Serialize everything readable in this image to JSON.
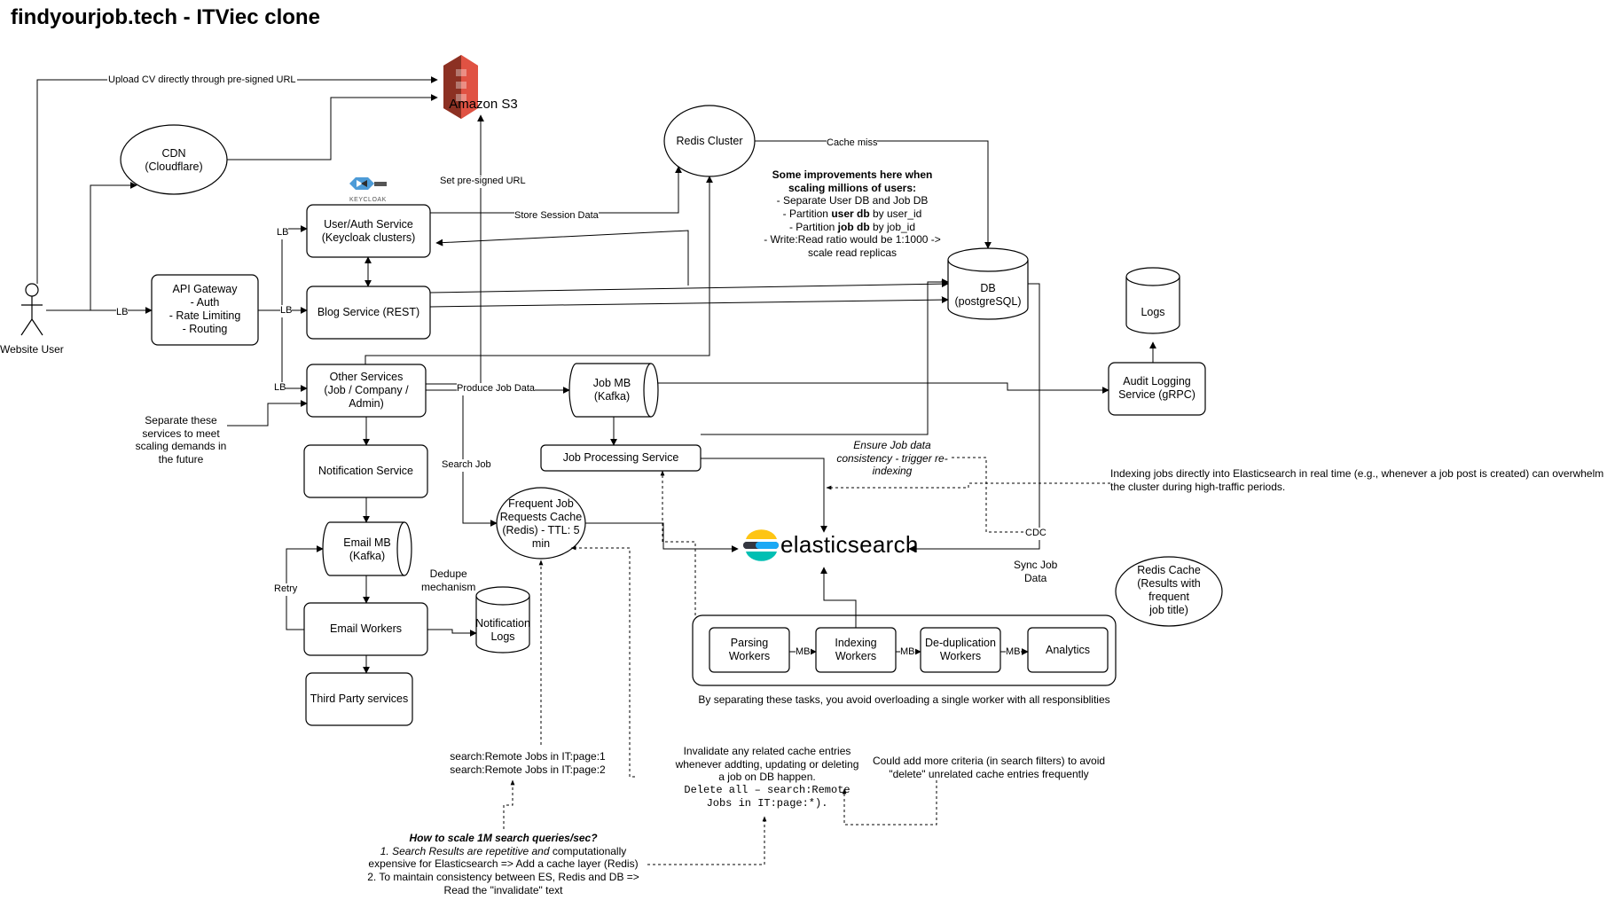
{
  "title": "findyourjob.tech - ITViec clone",
  "actor": {
    "label": "Website User"
  },
  "nodes": {
    "s3": "Amazon S3",
    "cdn": [
      "CDN",
      "(Cloudflare)"
    ],
    "keycloak_logo": "KEYCLOAK",
    "user_auth": [
      "User/Auth Service",
      "(Keycloak clusters)"
    ],
    "api_gateway": [
      "API Gateway",
      "- Auth",
      "- Rate Limiting",
      "- Routing"
    ],
    "blog": "Blog Service (REST)",
    "other": [
      "Other Services",
      "(Job / Company /",
      "Admin)"
    ],
    "notification": "Notification Service",
    "email_mb": [
      "Email MB",
      "(Kafka)"
    ],
    "email_workers": "Email Workers",
    "notification_logs": [
      "Notification",
      "Logs"
    ],
    "third_party": "Third Party services",
    "redis_cluster": "Redis Cluster",
    "db": [
      "DB",
      "(postgreSQL)"
    ],
    "logs": "Logs",
    "audit": [
      "Audit Logging",
      "Service (gRPC)"
    ],
    "job_mb": [
      "Job MB",
      "(Kafka)"
    ],
    "job_processing": "Job Processing Service",
    "job_cache": [
      "Frequent Job",
      "Requests Cache",
      "(Redis) - TTL: 5",
      "min"
    ],
    "elasticsearch": "elasticsearch",
    "redis_cache": [
      "Redis Cache",
      "(Results with frequent",
      "job title)"
    ],
    "parsing": [
      "Parsing",
      "Workers"
    ],
    "indexing": [
      "Indexing",
      "Workers"
    ],
    "dedup": [
      "De-duplication",
      "Workers"
    ],
    "analytics": "Analytics"
  },
  "edge_labels": {
    "upload_cv": "Upload CV directly through pre-signed URL",
    "set_presigned": "Set pre-signed URL",
    "store_session": "Store Session Data",
    "cache_miss": "Cache miss",
    "lb1": "LB",
    "lb2": "LB",
    "lb3": "LB",
    "lb4": "LB",
    "produce_job": "Produce Job Data",
    "search_job": "Search Job",
    "retry": "Retry",
    "dedupe": [
      "Dedupe",
      "mechanism"
    ],
    "cdc": "CDC",
    "sync_job": [
      "Sync Job",
      "Data"
    ],
    "mb1": "MB",
    "mb2": "MB",
    "mb3": "MB"
  },
  "notes": {
    "improvements_heading": [
      "Some improvements here when",
      "scaling millions of users:"
    ],
    "improvements_1": "- Separate User DB and Job DB",
    "improvements_2_a": "- Partition ",
    "improvements_2_b": "user db",
    "improvements_2_c": " by user_id",
    "improvements_3_a": "- Partition ",
    "improvements_3_b": "job db",
    "improvements_3_c": " by job_id",
    "improvements_4": [
      "- Write:Read ratio would be 1:1000 ->",
      "scale read replicas"
    ],
    "separate_services": [
      "Separate these",
      "services to meet",
      "scaling demands in",
      "the future"
    ],
    "ensure_consistency": [
      "Ensure Job data",
      "consistency - trigger re-",
      "indexing"
    ],
    "indexing_warning": [
      "Indexing jobs directly into Elasticsearch in real time (e.g., whenever a job post is created) can overwhelm",
      "the cluster during high-traffic periods."
    ],
    "separating_tasks": "By separating these tasks, you avoid overloading a single worker with all responsiblities",
    "search_keys": [
      "search:Remote Jobs in IT:page:1",
      "search:Remote Jobs in IT:page:2"
    ],
    "invalidate": [
      "Invalidate any related cache entries",
      "whenever addting, updating or deleting",
      "a job on DB happen."
    ],
    "invalidate_code": [
      "Delete all – search:Remote",
      "Jobs in IT:page:*)."
    ],
    "more_criteria": [
      "Could add more criteria (in search filters) to avoid",
      "\"delete\" unrelated cache entries frequently"
    ],
    "scale_heading": "How to scale 1M search queries/sec?",
    "scale_1a": "1. Search Results are repetitive and",
    "scale_1b": " computationally",
    "scale_1c": "expensive for Elasticsearch => Add a cache layer (Redis)",
    "scale_2": [
      "2. To maintain consistency between ES, Redis and DB =>",
      "Read the \"invalidate\" text"
    ]
  },
  "colors": {
    "s3_dark": "#8C3123",
    "s3_mid": "#C7462F",
    "s3_light": "#E05243",
    "keycloak": "#4D9BD7",
    "es_yellow": "#FEC514",
    "es_teal": "#00BFB3",
    "es_blue": "#1BA9F5",
    "es_dark": "#343741"
  }
}
